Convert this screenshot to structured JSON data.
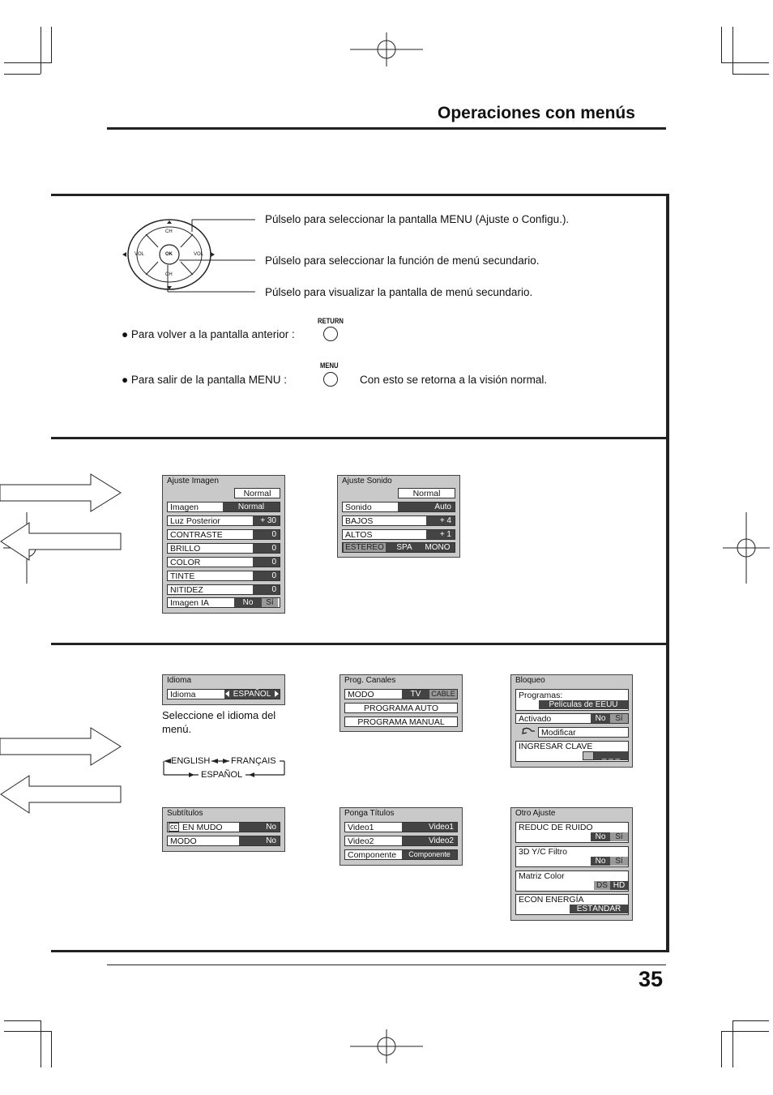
{
  "page": {
    "title": "Operaciones con menús",
    "page_number": "35"
  },
  "remote": {
    "up_label": "CH",
    "down_label": "CH",
    "left_label": "VOL",
    "right_label": "VOL",
    "center_label": "OK"
  },
  "instructions": {
    "line1": "Púlselo para seleccionar la pantalla MENU (Ajuste o Configu.).",
    "line2": "Púlselo para seleccionar la función de menú secundario.",
    "line3": "Púlselo para visualizar la pantalla de menú secundario.",
    "return_text": "● Para volver a la pantalla anterior :",
    "return_button": "RETURN",
    "menu_text": "● Para salir de la pantalla MENU :",
    "menu_button": "MENU",
    "menu_note": "Con esto se retorna a la visión normal."
  },
  "ajuste_imagen": {
    "title": "Ajuste Imagen",
    "mode": "Normal",
    "rows": [
      {
        "label": "Imagen",
        "value": "Normal"
      },
      {
        "label": "Luz Posterior",
        "value": "+ 30"
      },
      {
        "label": "CONTRASTE",
        "value": "0"
      },
      {
        "label": "BRILLO",
        "value": "0"
      },
      {
        "label": "COLOR",
        "value": "0"
      },
      {
        "label": "TINTE",
        "value": "0"
      },
      {
        "label": "NITIDEZ",
        "value": "0"
      }
    ],
    "ia_label": "Imagen IA",
    "ia_no": "No",
    "ia_si": "Sí"
  },
  "ajuste_sonido": {
    "title": "Ajuste Sonido",
    "mode": "Normal",
    "rows": [
      {
        "label": "Sonido",
        "value": "Auto"
      },
      {
        "label": "BAJOS",
        "value": "+ 4"
      },
      {
        "label": "ALTOS",
        "value": "+ 1"
      }
    ],
    "opt1": "ESTEREO",
    "opt2": "SPA",
    "opt3": "MONO"
  },
  "idioma": {
    "title": "Idioma",
    "label": "Idioma",
    "value": "ESPAÑOL",
    "caption": "Seleccione el idioma del menú.",
    "cycle_1": "ENGLISH",
    "cycle_2": "FRANÇAIS",
    "cycle_3": "ESPAÑOL"
  },
  "prog_canales": {
    "title": "Prog. Canales",
    "mode_label": "MODO",
    "tv": "TV",
    "cable": "CABLE",
    "auto": "PROGRAMA  AUTO",
    "manual": "PROGRAMA  MANUAL"
  },
  "bloqueo": {
    "title": "Bloqueo",
    "programas_label": "Programas:",
    "programas_value": "Películas de EEUU",
    "activado_label": "Activado",
    "no": "No",
    "si": "Sí",
    "modificar": "Modificar",
    "clave_label": "INGRESAR CLAVE",
    "clave_value": "_ _ _"
  },
  "subtitulos": {
    "title": "Subtítulos",
    "cc": "cc",
    "row1_label": "EN MUDO",
    "row1_value": "No",
    "row2_label": "MODO",
    "row2_value": "No"
  },
  "ponga_titulos": {
    "title": "Ponga Títulos",
    "rows": [
      {
        "label": "Video1",
        "value": "Video1"
      },
      {
        "label": "Video2",
        "value": "Video2"
      },
      {
        "label": "Componente",
        "value": "Componente"
      }
    ]
  },
  "otro_ajuste": {
    "title": "Otro Ajuste",
    "ruido_label": "REDUC DE RUIDO",
    "ruido_no": "No",
    "ruido_si": "Sí",
    "filtro_label": "3D Y/C Filtro",
    "filtro_no": "No",
    "filtro_si": "Sí",
    "matriz_label": "Matriz Color",
    "matriz_ds": "DS",
    "matriz_hd": "HD",
    "econ_label": "ECON ENERGÍA",
    "econ_value": "ESTÁNDAR"
  }
}
